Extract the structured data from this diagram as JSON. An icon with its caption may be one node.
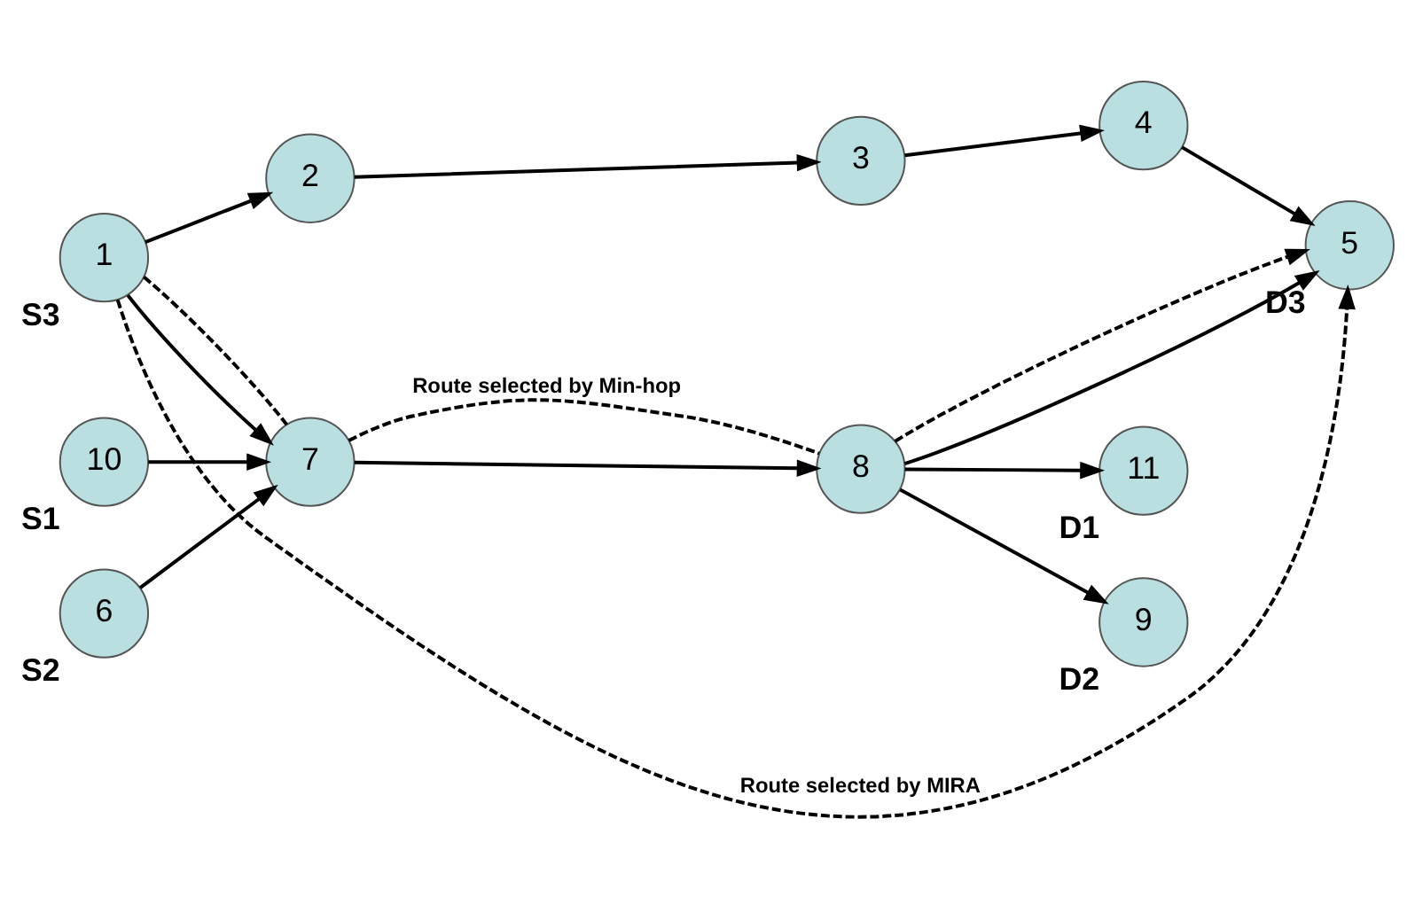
{
  "diagram": {
    "nodes": [
      {
        "text": [
          "10"
        ],
        "beside": [
          "S1"
        ]
      },
      {
        "text": [
          "11"
        ],
        "beside": [
          "D1"
        ]
      },
      {
        "text": [
          "6"
        ],
        "beside": [
          "S2"
        ]
      },
      {
        "text": [
          "7"
        ]
      },
      {
        "text": [
          "8"
        ]
      },
      {
        "text": [
          "9"
        ],
        "beside": [
          "D2"
        ]
      },
      {
        "text": [
          "1"
        ],
        "beside": [
          "S3"
        ]
      },
      {
        "text": [
          "2"
        ]
      },
      {
        "text": [
          "3"
        ]
      },
      {
        "text": [
          "4"
        ]
      },
      {
        "text": [
          "5"
        ],
        "beside": [
          "D3"
        ]
      }
    ],
    "edges": [
      {
        "from": 0,
        "to": 3,
        "arrow": "to"
      },
      {
        "from": 2,
        "to": 3,
        "arrow": "to"
      },
      {
        "from": 6,
        "to": 3,
        "arrow": "to"
      },
      {
        "from": 3,
        "to": 4,
        "arrow": "to"
      },
      {
        "from": 4,
        "to": 1,
        "arrow": "to"
      },
      {
        "from": 4,
        "to": 5,
        "arrow": "to"
      },
      {
        "from": 4,
        "to": 10,
        "arrow": "to"
      },
      {
        "from": 6,
        "to": 7,
        "arrow": "to"
      },
      {
        "from": 7,
        "to": 8,
        "arrow": "to"
      },
      {
        "from": 8,
        "to": 9,
        "arrow": "to"
      },
      {
        "from": 9,
        "to": 10,
        "arrow": "to"
      },
      {
        "from": 6,
        "to": 3,
        "arrow": "none",
        "style": "dashed"
      },
      {
        "from": 3,
        "to": 4,
        "arrow": "none",
        "style": "dashed",
        "label": "Route selected by Min-hop"
      },
      {
        "from": 4,
        "to": 10,
        "arrow": "to",
        "style": "dashed"
      },
      {
        "from": 6,
        "to": 10,
        "arrow": "to",
        "style": "dashed",
        "label": "Route selected by MIRA"
      }
    ]
  }
}
